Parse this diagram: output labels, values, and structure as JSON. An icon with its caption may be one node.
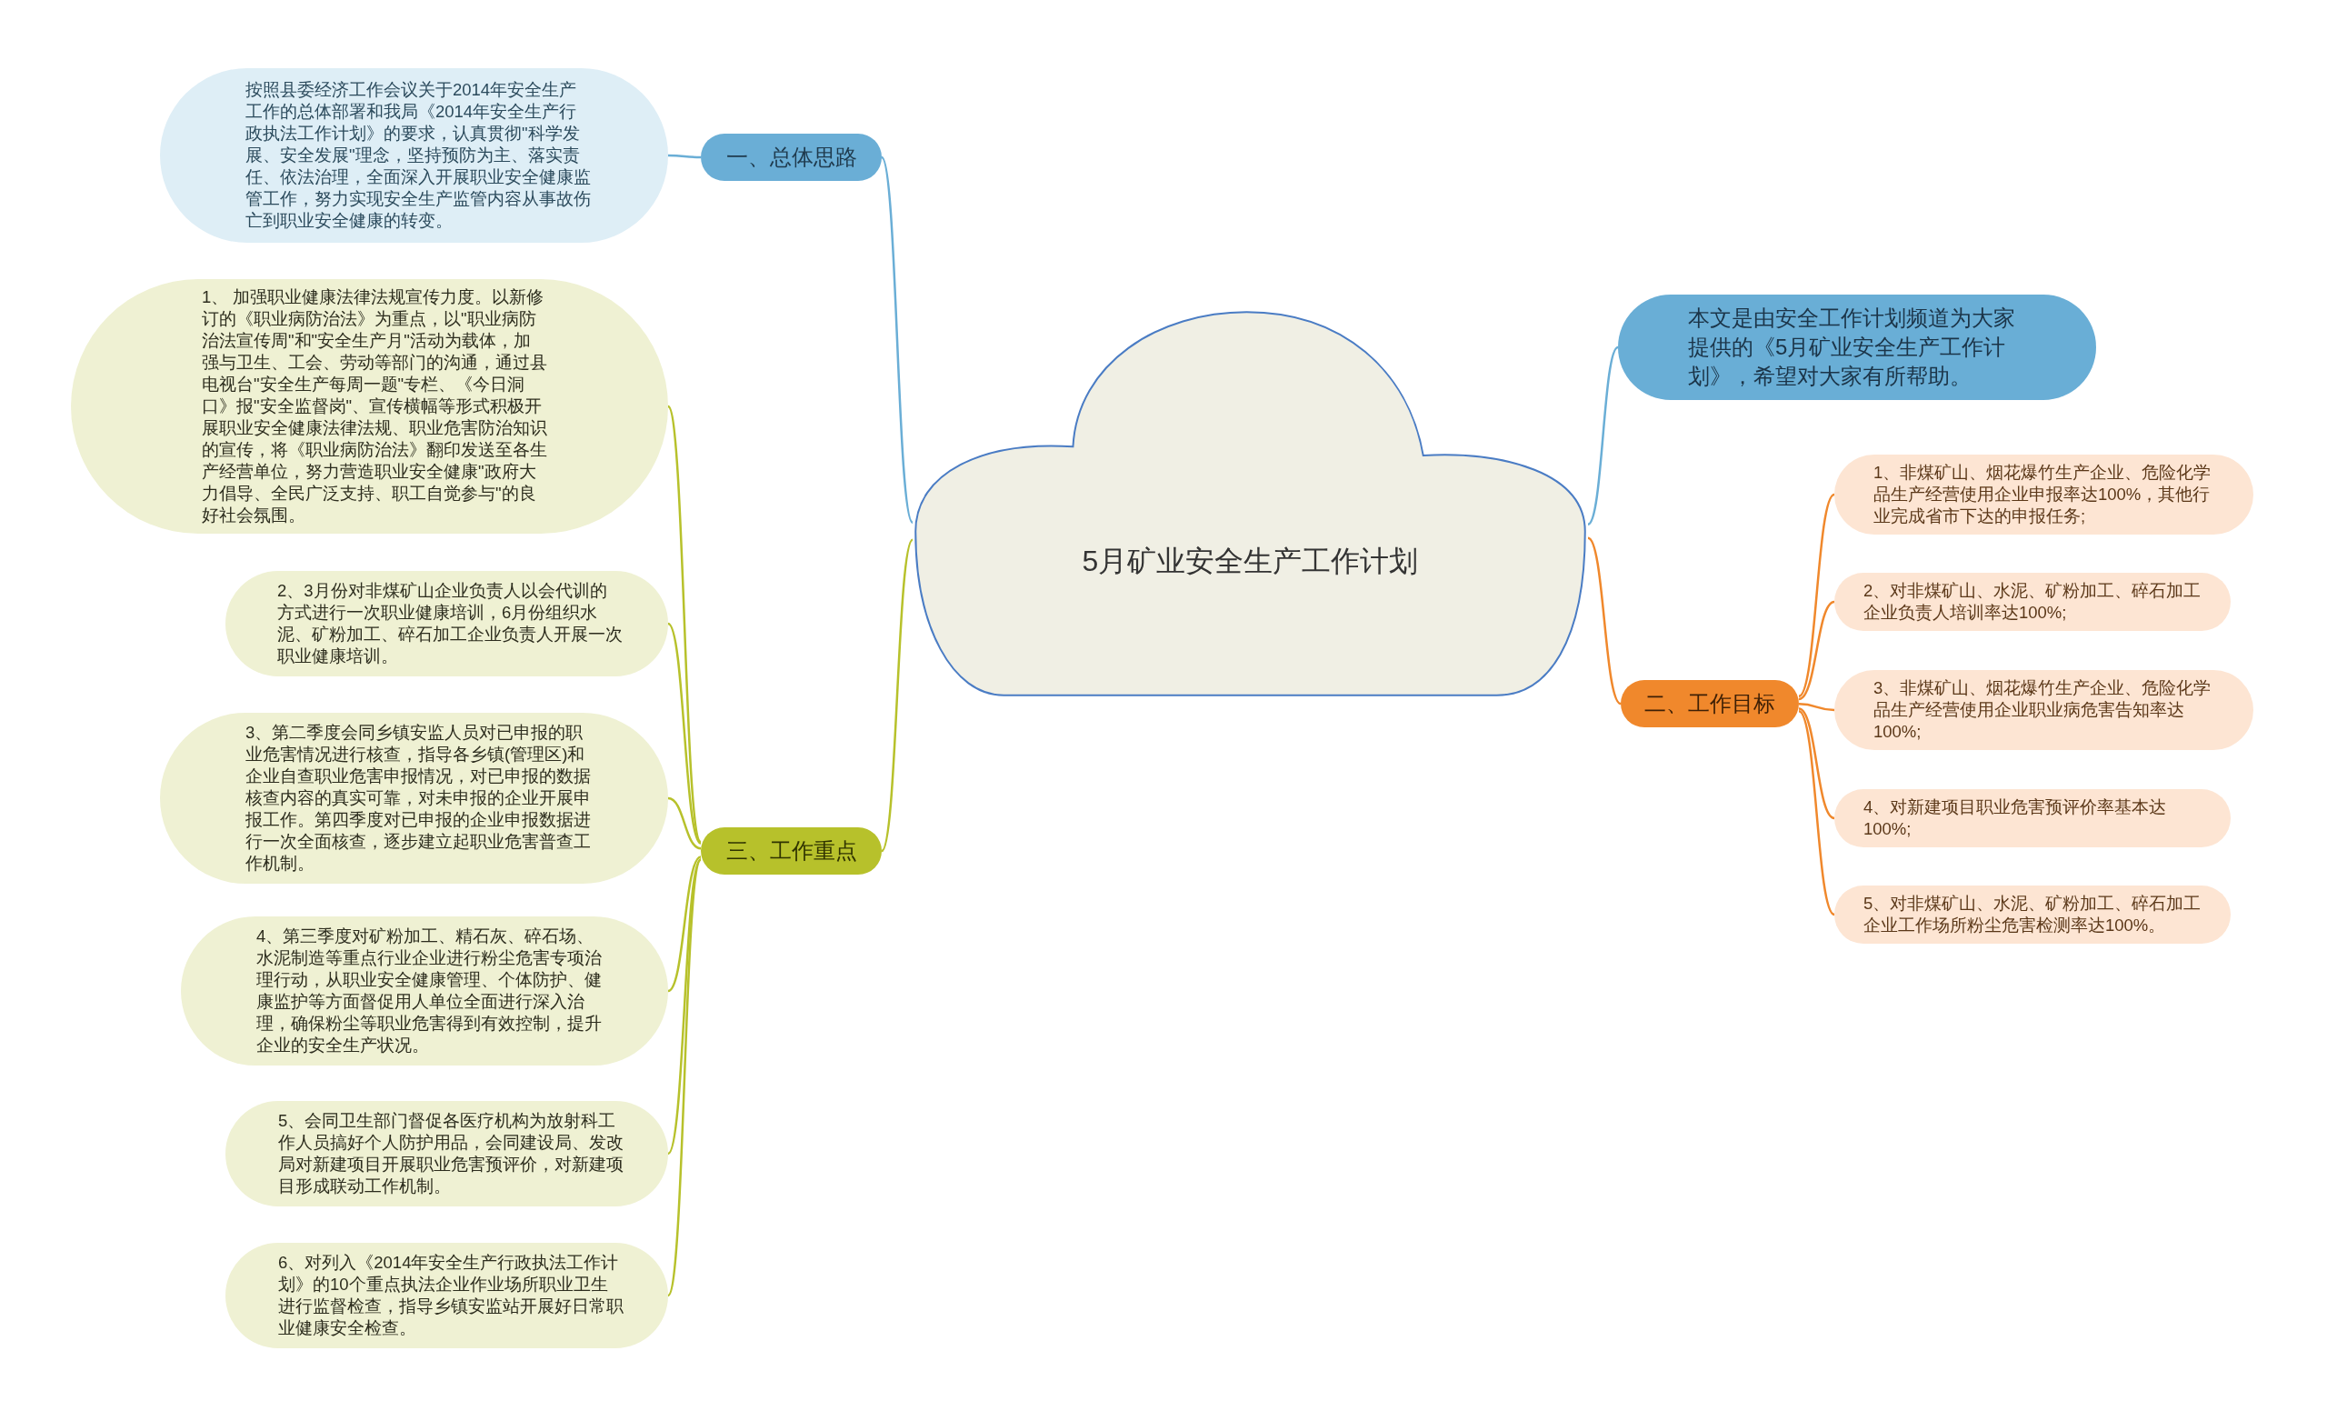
{
  "diagram": {
    "nodes": [
      {
        "text": [
          "5月矿业安全生产工作计划"
        ]
      },
      {
        "text": [
          "一、总体思路"
        ]
      },
      {
        "text": [
          "按照县委经济工作会议关于2014年安全生产工作的总体部署和我局《2014年安全生产行政执法工作计划》的要求，认真贯彻\"科学发展、安全发展\"理念，坚持预防为主、落实责任、依法治理，全面深入开展职业安全健康监管工作，努力实现安全生产监管内容从事故伤亡到职业安全健康的转变。"
        ]
      },
      {
        "text": [
          "三、工作重点"
        ]
      },
      {
        "text": [
          "1、 加强职业健康法律法规宣传力度。以新修订的《职业病防治法》为重点，以\"职业病防治法宣传周\"和\"安全生产月\"活动为载体，加强与卫生、工会、劳动等部门的沟通，通过县电视台\"安全生产每周一题\"专栏、《今日洞口》报\"安全监督岗\"、宣传横幅等形式积极开展职业安全健康法律法规、职业危害防治知识的宣传，将《职业病防治法》翻印发送至各生产经营单位，努力营造职业安全健康\"政府大力倡导、全民广泛支持、职工自觉参与\"的良好社会氛围。"
        ]
      },
      {
        "text": [
          "2、3月份对非煤矿山企业负责人以会代训的方式进行一次职业健康培训，6月份组织水泥、矿粉加工、碎石加工企业负责人开展一次职业健康培训。"
        ]
      },
      {
        "text": [
          "3、第二季度会同乡镇安监人员对已申报的职业危害情况进行核查，指导各乡镇(管理区)和企业自查职业危害申报情况，对已申报的数据核查内容的真实可靠，对未申报的企业开展申报工作。第四季度对已申报的企业申报数据进行一次全面核查，逐步建立起职业危害普查工作机制。"
        ]
      },
      {
        "text": [
          "4、第三季度对矿粉加工、精石灰、碎石场、水泥制造等重点行业企业进行粉尘危害专项治理行动，从职业安全健康管理、个体防护、健康监护等方面督促用人单位全面进行深入治理，确保粉尘等职业危害得到有效控制，提升企业的安全生产状况。"
        ]
      },
      {
        "text": [
          "5、会同卫生部门督促各医疗机构为放射科工作人员搞好个人防护用品，会同建设局、发改局对新建项目开展职业危害预评价，对新建项目形成联动工作机制。"
        ]
      },
      {
        "text": [
          "6、对列入《2014年安全生产行政执法工作计划》的10个重点执法企业作业场所职业卫生进行监督检查，指导乡镇安监站开展好日常职业健康安全检查。"
        ]
      },
      {
        "text": [
          "本文是由安全工作计划频道为大家提供的《5月矿业安全生产工作计划》，希望对大家有所帮助。"
        ]
      },
      {
        "text": [
          "二、工作目标"
        ]
      },
      {
        "text": [
          "1、非煤矿山、烟花爆竹生产企业、危险化学品生产经营使用企业申报率达100%，其他行业完成省市下达的申报任务;"
        ]
      },
      {
        "text": [
          "2、对非煤矿山、水泥、矿粉加工、碎石加工企业负责人培训率达100%;"
        ]
      },
      {
        "text": [
          "3、非煤矿山、烟花爆竹生产企业、危险化学品生产经营使用企业职业病危害告知率达100%;"
        ]
      },
      {
        "text": [
          "4、对新建项目职业危害预评价率基本达100%;"
        ]
      },
      {
        "text": [
          "5、对非煤矿山、水泥、矿粉加工、碎石加工企业工作场所粉尘危害检测率达100%。"
        ]
      }
    ],
    "edges": [
      {
        "from": 0,
        "to": 1,
        "arrow": "none",
        "color": "#6aaed6"
      },
      {
        "from": 1,
        "to": 2,
        "arrow": "none",
        "color": "#6aaed6"
      },
      {
        "from": 0,
        "to": 3,
        "arrow": "none",
        "color": "#b7c12b"
      },
      {
        "from": 3,
        "to": 4,
        "arrow": "none",
        "color": "#b7c12b"
      },
      {
        "from": 3,
        "to": 5,
        "arrow": "none",
        "color": "#b7c12b"
      },
      {
        "from": 3,
        "to": 6,
        "arrow": "none",
        "color": "#b7c12b"
      },
      {
        "from": 3,
        "to": 7,
        "arrow": "none",
        "color": "#b7c12b"
      },
      {
        "from": 3,
        "to": 8,
        "arrow": "none",
        "color": "#b7c12b"
      },
      {
        "from": 3,
        "to": 9,
        "arrow": "none",
        "color": "#b7c12b"
      },
      {
        "from": 0,
        "to": 10,
        "arrow": "none",
        "color": "#6aaed6"
      },
      {
        "from": 0,
        "to": 11,
        "arrow": "none",
        "color": "#f0882c"
      },
      {
        "from": 11,
        "to": 12,
        "arrow": "none",
        "color": "#f0882c"
      },
      {
        "from": 11,
        "to": 13,
        "arrow": "none",
        "color": "#f0882c"
      },
      {
        "from": 11,
        "to": 14,
        "arrow": "none",
        "color": "#f0882c"
      },
      {
        "from": 11,
        "to": 15,
        "arrow": "none",
        "color": "#f0882c"
      },
      {
        "from": 11,
        "to": 16,
        "arrow": "none",
        "color": "#f0882c"
      }
    ]
  }
}
